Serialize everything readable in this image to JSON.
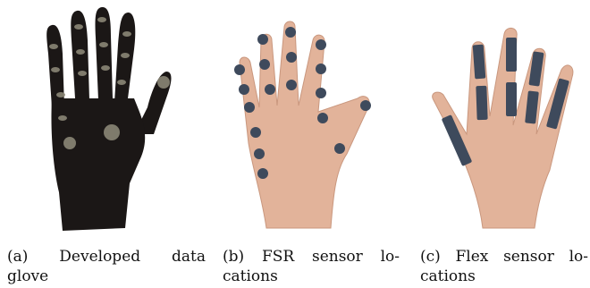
{
  "figure": {
    "panels": [
      {
        "id": "a",
        "caption_label": "(a)",
        "caption_line1": [
          "Developed",
          "data"
        ],
        "caption_line2": "glove",
        "image": "black-data-glove-photo"
      },
      {
        "id": "b",
        "caption_label": "(b)",
        "caption_line1": [
          "FSR",
          "sensor",
          "lo-"
        ],
        "caption_line2": "cations",
        "image": "hand-with-fsr-sensor-dots"
      },
      {
        "id": "c",
        "caption_label": "(c)",
        "caption_line1": [
          "Flex",
          "sensor",
          "lo-"
        ],
        "caption_line2": "cations",
        "image": "hand-with-flex-sensor-strips"
      }
    ],
    "colors": {
      "glove": "#1b1716",
      "glove_sensor": "#8a8676",
      "skin": "#e2b39a",
      "skin_outline": "#c9977e",
      "sensor": "#3e4a5c"
    }
  }
}
